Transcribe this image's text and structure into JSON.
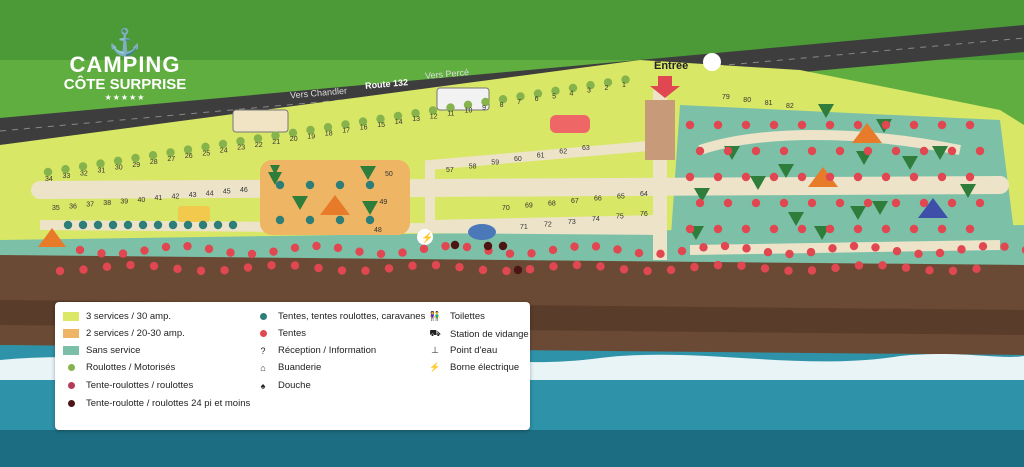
{
  "brand": {
    "title": "CAMPING",
    "subtitle": "CÔTE SURPRISE",
    "stars": "★★★★★"
  },
  "road": {
    "left": "Vers Chandler",
    "center": "Route 132",
    "right": "Vers Percé"
  },
  "entrance": {
    "label": "Entrée"
  },
  "legend": {
    "zones": [
      {
        "label": "3 services / 30 amp.",
        "color": "#dde766"
      },
      {
        "label": "2 services / 20-30 amp.",
        "color": "#eeb564"
      },
      {
        "label": "Sans service",
        "color": "#7cbfa8"
      }
    ],
    "dots": [
      {
        "label": "Roulottes / Motorisés",
        "color": "#86b34c"
      },
      {
        "label": "Tente-roulottes / roulottes",
        "color": "#b53c57"
      },
      {
        "label": "Tente-roulotte / roulottes 24 pi et moins",
        "color": "#4d1414"
      }
    ],
    "dots2": [
      {
        "label": "Tentes, tentes roulottes, caravanes",
        "color": "#2d7d78"
      },
      {
        "label": "Tentes",
        "color": "#e14750"
      }
    ],
    "icons": [
      {
        "label": "Réception / Information",
        "icon": "question-icon",
        "glyph": "?"
      },
      {
        "label": "Buanderie",
        "icon": "hanger-icon",
        "glyph": "⌂"
      },
      {
        "label": "Douche",
        "icon": "shower-icon",
        "glyph": "♠"
      }
    ],
    "icons2": [
      {
        "label": "Toilettes",
        "icon": "toilets-icon",
        "glyph": "👫"
      },
      {
        "label": "Station de vidange",
        "icon": "dump-station-icon",
        "glyph": "⛟"
      },
      {
        "label": "Point d'eau",
        "icon": "water-tap-icon",
        "glyph": "⊥"
      },
      {
        "label": "Borne électrique",
        "icon": "electric-icon",
        "glyph": "⚡"
      }
    ]
  },
  "sites": {
    "row_top": [
      "34",
      "33",
      "32",
      "31",
      "30",
      "29",
      "28",
      "27",
      "26",
      "25",
      "24",
      "23",
      "22",
      "21",
      "20",
      "19",
      "18",
      "17",
      "16",
      "15",
      "14",
      "13",
      "12",
      "11",
      "10",
      "9",
      "8",
      "7",
      "6",
      "5",
      "4",
      "3",
      "2",
      "1"
    ],
    "row_bottom": [
      "35",
      "36",
      "37",
      "38",
      "39",
      "40",
      "41",
      "42",
      "43",
      "44",
      "45",
      "46"
    ],
    "orange_zone": [
      "50",
      "49",
      "48"
    ],
    "middle_top": [
      "57",
      "58",
      "59",
      "60",
      "61",
      "62",
      "63"
    ],
    "middle_bottom": [
      "70",
      "69",
      "68",
      "67",
      "66",
      "65",
      "64"
    ],
    "middle_low": [
      "71",
      "72",
      "73",
      "74",
      "75",
      "76"
    ],
    "right_top": [
      "79",
      "80",
      "81",
      "82"
    ]
  }
}
